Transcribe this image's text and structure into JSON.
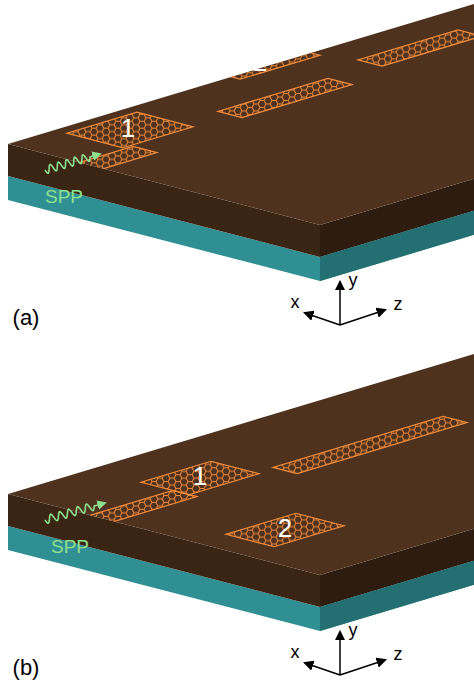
{
  "diagram": {
    "labels": [
      "2",
      "1",
      "SPP",
      "(a)",
      "y",
      "x",
      "z",
      "1",
      "2",
      "SPP",
      "(b)",
      "y",
      "x",
      "z"
    ]
  }
}
